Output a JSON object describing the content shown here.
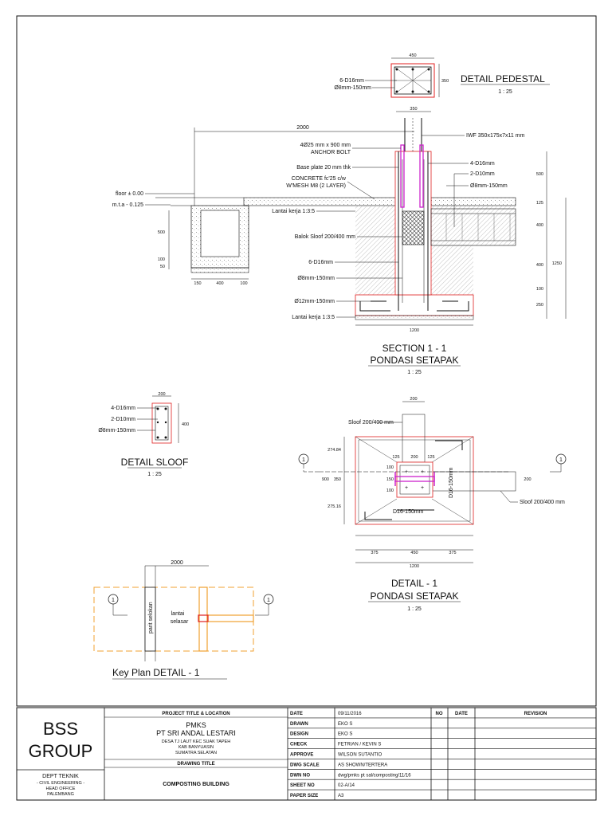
{
  "pedestal": {
    "dim_w": "450",
    "dim_h": "350",
    "rebar": "6-D16mm",
    "stirrup": "Ø8mm-150mm",
    "title": "DETAIL PEDESTAL",
    "scale": "1 : 25"
  },
  "section": {
    "dim_top": "350",
    "dim_2000": "2000",
    "iwf": "IWF 350x175x7x11 mm",
    "anchor_1": "4Ø25 mm x 900 mm",
    "anchor_2": "ANCHOR BOLT",
    "base_plate": "Base plate 20 mm thk",
    "concrete_1": "CONCRETE fc'25 c/w",
    "concrete_2": "W'MESH M8 (2 LAYER)",
    "floor": "floor ± 0.00",
    "mta": "m.t.a - 0.125",
    "lantai_1": "Lantai kerja 1:3:5",
    "balok": "Balok Sloof 200/400 mm",
    "rebar_6d16": "6-D16mm",
    "stirrup_8": "Ø8mm-150mm",
    "rebar_12": "Ø12mm-150mm",
    "lantai_2": "Lantai kerja 1:3:5",
    "r_4d16": "4-D16mm",
    "r_2d10": "2-D10mm",
    "r_8": "Ø8mm-150mm",
    "dim_500": "500",
    "dim_125": "125",
    "dim_400": "400",
    "dim_400b": "400",
    "dim_100": "100",
    "dim_250": "250",
    "dim_1250": "1250",
    "dim_1200": "1200",
    "ditch_500": "500",
    "ditch_100": "100",
    "ditch_50": "50",
    "ditch_150": "150",
    "ditch_400": "400",
    "ditch_100b": "100",
    "title_1": "SECTION 1 - 1",
    "title_2": "PONDASI SETAPAK",
    "scale": "1 : 25"
  },
  "sloof": {
    "dim_w": "200",
    "dim_h": "400",
    "r1": "4-D16mm",
    "r2": "2-D10mm",
    "r3": "Ø8mm-150mm",
    "title": "DETAIL SLOOF",
    "scale": "1 : 25"
  },
  "detail1": {
    "sloof_top": "Sloof 200/400 mm",
    "sloof_right": "Sloof 200/400 mm",
    "dim_200": "200",
    "d125a": "125",
    "d200": "200",
    "d125b": "125",
    "d100a": "100",
    "d150": "150",
    "d100b": "100",
    "l274_84": "274.84",
    "l900": "900",
    "l350": "350",
    "l275_16": "275.16",
    "r200": "200",
    "d16_v": "D16-150mm",
    "d16_h": "D16-150mm",
    "b375a": "375",
    "b450": "450",
    "b375b": "375",
    "b1200": "1200",
    "marker": "1",
    "title_1": "DETAIL - 1",
    "title_2": "PONDASI SETAPAK",
    "scale": "1 : 25"
  },
  "keyplan": {
    "dim": "2000",
    "parit": "parit selokan",
    "lantai_1": "lantai",
    "lantai_2": "selasar",
    "marker": "1",
    "title": "Key Plan DETAIL - 1"
  },
  "titleblock": {
    "company_1": "BSS",
    "company_2": "GROUP",
    "dept": "DEPT TEKNIK",
    "civil": "- CIVIL ENGINEERING -",
    "office": "HEAD OFFICE",
    "city": "PALEMBANG",
    "project_header": "PROJECT TITLE & LOCATION",
    "project_1": "PMKS",
    "project_2": "PT SRI ANDAL LESTARI",
    "project_3": "DESA TJ LAUT KEC SUAK TAPEH",
    "project_4": "KAB BANYUASIN",
    "project_5": "SUMATRA SELATAN",
    "drawing_header": "DRAWING TITLE",
    "drawing_title": "COMPOSTING BUILDING",
    "rows": [
      {
        "label": "DATE",
        "value": "09/11/2016"
      },
      {
        "label": "DRAWN",
        "value": "EKO S"
      },
      {
        "label": "DESIGN",
        "value": "EKO S"
      },
      {
        "label": "CHECK",
        "value": "FETRIAN / KEVIN S"
      },
      {
        "label": "APPROVE",
        "value": "WILSON SUTANTIO"
      },
      {
        "label": "DWG SCALE",
        "value": "AS SHOWN/TERTERA"
      },
      {
        "label": "DWN NO",
        "value": "dwg/pmks pt sal/composting/11/16"
      },
      {
        "label": "SHEET NO",
        "value": "02-A/14"
      },
      {
        "label": "PAPER SIZE",
        "value": "A3"
      }
    ],
    "rev_no": "NO",
    "rev_date": "DATE",
    "rev_title": "REVISION"
  },
  "colors": {
    "line": "#111111",
    "red": "#e02020",
    "magenta": "#cc22cc",
    "orange": "#f0a030",
    "hatch": "#888888"
  }
}
